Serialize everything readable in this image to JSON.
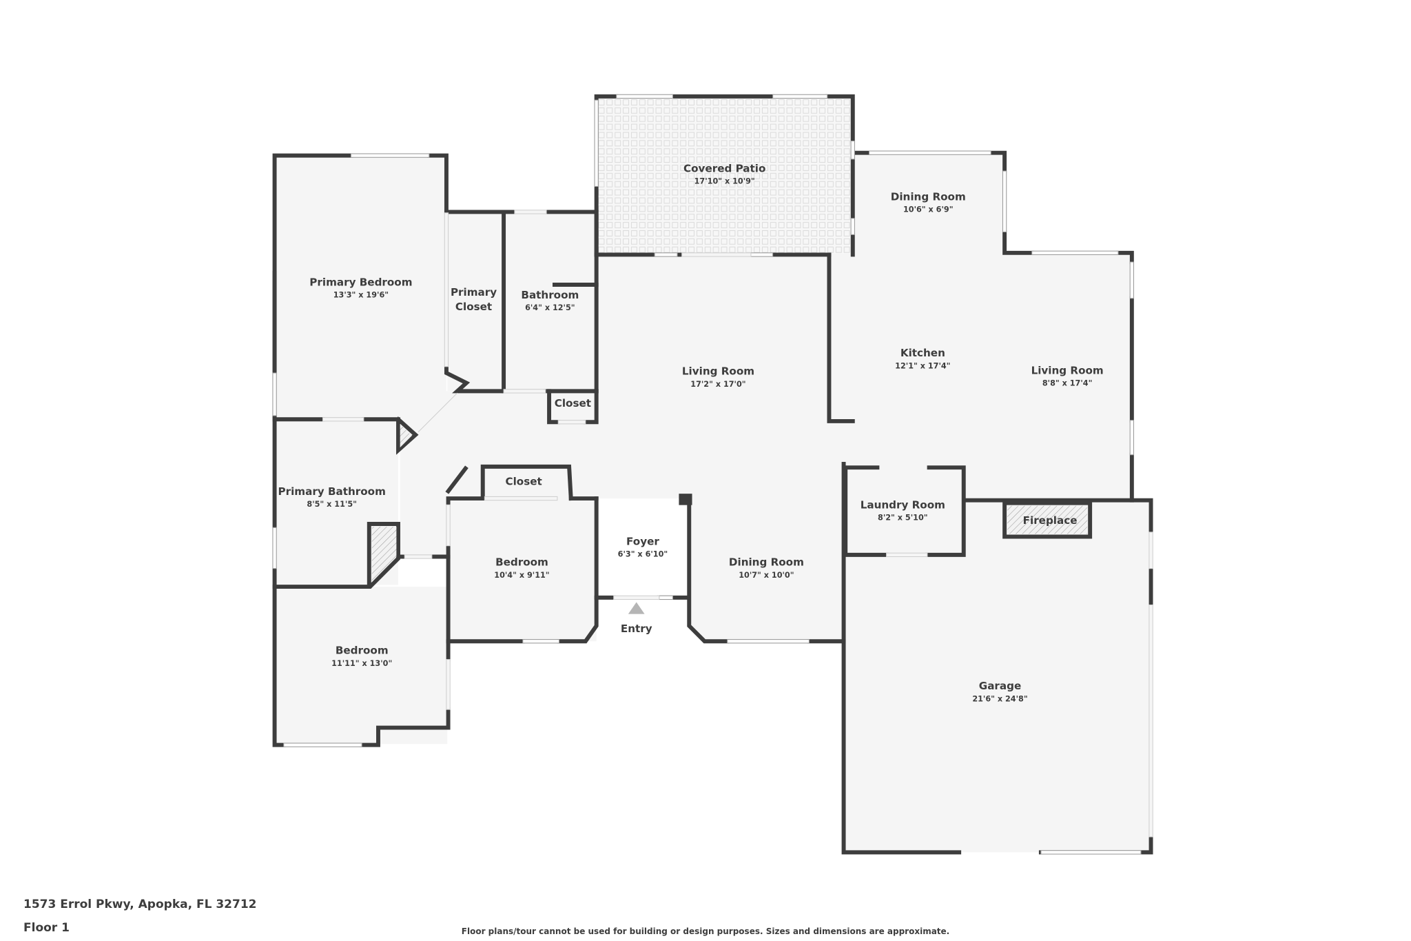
{
  "footer": {
    "address": "1573 Errol Pkwy, Apopka, FL 32712",
    "floor": "Floor 1",
    "disclaimer": "Floor plans/tour cannot be used for building or design purposes. Sizes and dimensions are approximate."
  },
  "colors": {
    "wall": "#3d3d3d",
    "floor": "#f5f5f5",
    "background": "#ffffff",
    "entry_marker": "#b5b5b5"
  },
  "rooms": [
    {
      "name": "Covered Patio",
      "dims": "17'10\" x 10'9\""
    },
    {
      "name": "Dining Room",
      "dims": "10'6\" x 6'9\""
    },
    {
      "name": "Primary Bedroom",
      "dims": "13'3\" x 19'6\""
    },
    {
      "name": "Primary",
      "name2": "Closet"
    },
    {
      "name": "Bathroom",
      "dims": "6'4\" x 12'5\""
    },
    {
      "name": "Living Room",
      "dims": "17'2\" x 17'0\""
    },
    {
      "name": "Kitchen",
      "dims": "12'1\" x 17'4\""
    },
    {
      "name": "Living Room",
      "dims": "8'8\" x 17'4\""
    },
    {
      "name": "Closet"
    },
    {
      "name": "Primary Bathroom",
      "dims": "8'5\" x 11'5\""
    },
    {
      "name": "Closet"
    },
    {
      "name": "Laundry Room",
      "dims": "8'2\" x 5'10\""
    },
    {
      "name": "Fireplace"
    },
    {
      "name": "Foyer",
      "dims": "6'3\" x 6'10\""
    },
    {
      "name": "Bedroom",
      "dims": "10'4\" x 9'11\""
    },
    {
      "name": "Dining Room",
      "dims": "10'7\" x 10'0\""
    },
    {
      "name": "Bedroom",
      "dims": "11'11\" x 13'0\""
    },
    {
      "name": "Garage",
      "dims": "21'6\" x 24'8\""
    }
  ],
  "entry": {
    "label": "Entry"
  }
}
